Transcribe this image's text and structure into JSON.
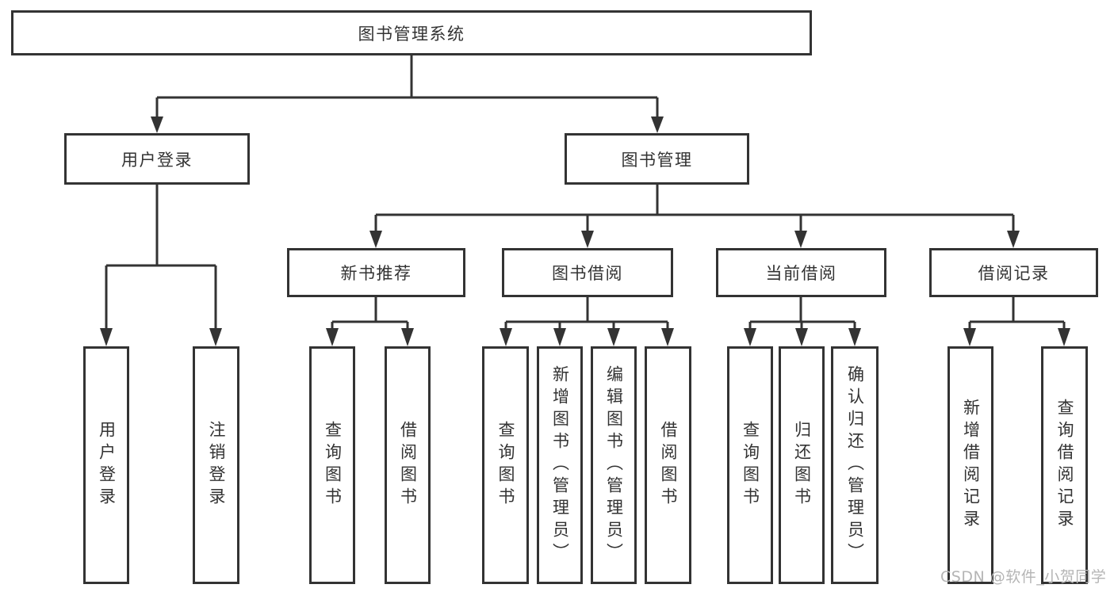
{
  "diagram_title": "图书管理系统",
  "tree": {
    "root": {
      "label": "图书管理系统"
    },
    "branches": [
      {
        "label": "用户登录",
        "children": [
          {
            "label": "用户登录"
          },
          {
            "label": "注销登录"
          }
        ]
      },
      {
        "label": "图书管理",
        "children": [
          {
            "label": "新书推荐",
            "children": [
              {
                "label": "查询图书"
              },
              {
                "label": "借阅图书"
              }
            ]
          },
          {
            "label": "图书借阅",
            "children": [
              {
                "label": "查询图书"
              },
              {
                "label": "新增图书（管理员）"
              },
              {
                "label": "编辑图书（管理员）"
              },
              {
                "label": "借阅图书"
              }
            ]
          },
          {
            "label": "当前借阅",
            "children": [
              {
                "label": "查询图书"
              },
              {
                "label": "归还图书"
              },
              {
                "label": "确认归还（管理员）"
              }
            ]
          },
          {
            "label": "借阅记录",
            "children": [
              {
                "label": "新增借阅记录"
              },
              {
                "label": "查询借阅记录"
              }
            ]
          }
        ]
      }
    ]
  },
  "watermark": {
    "text": "CSDN @软件_小贺同学"
  },
  "colors": {
    "line": "#333333",
    "text": "#333333",
    "box_background": "#ffffff",
    "page_background": "#ffffff",
    "watermark": "#b5b5b5"
  }
}
